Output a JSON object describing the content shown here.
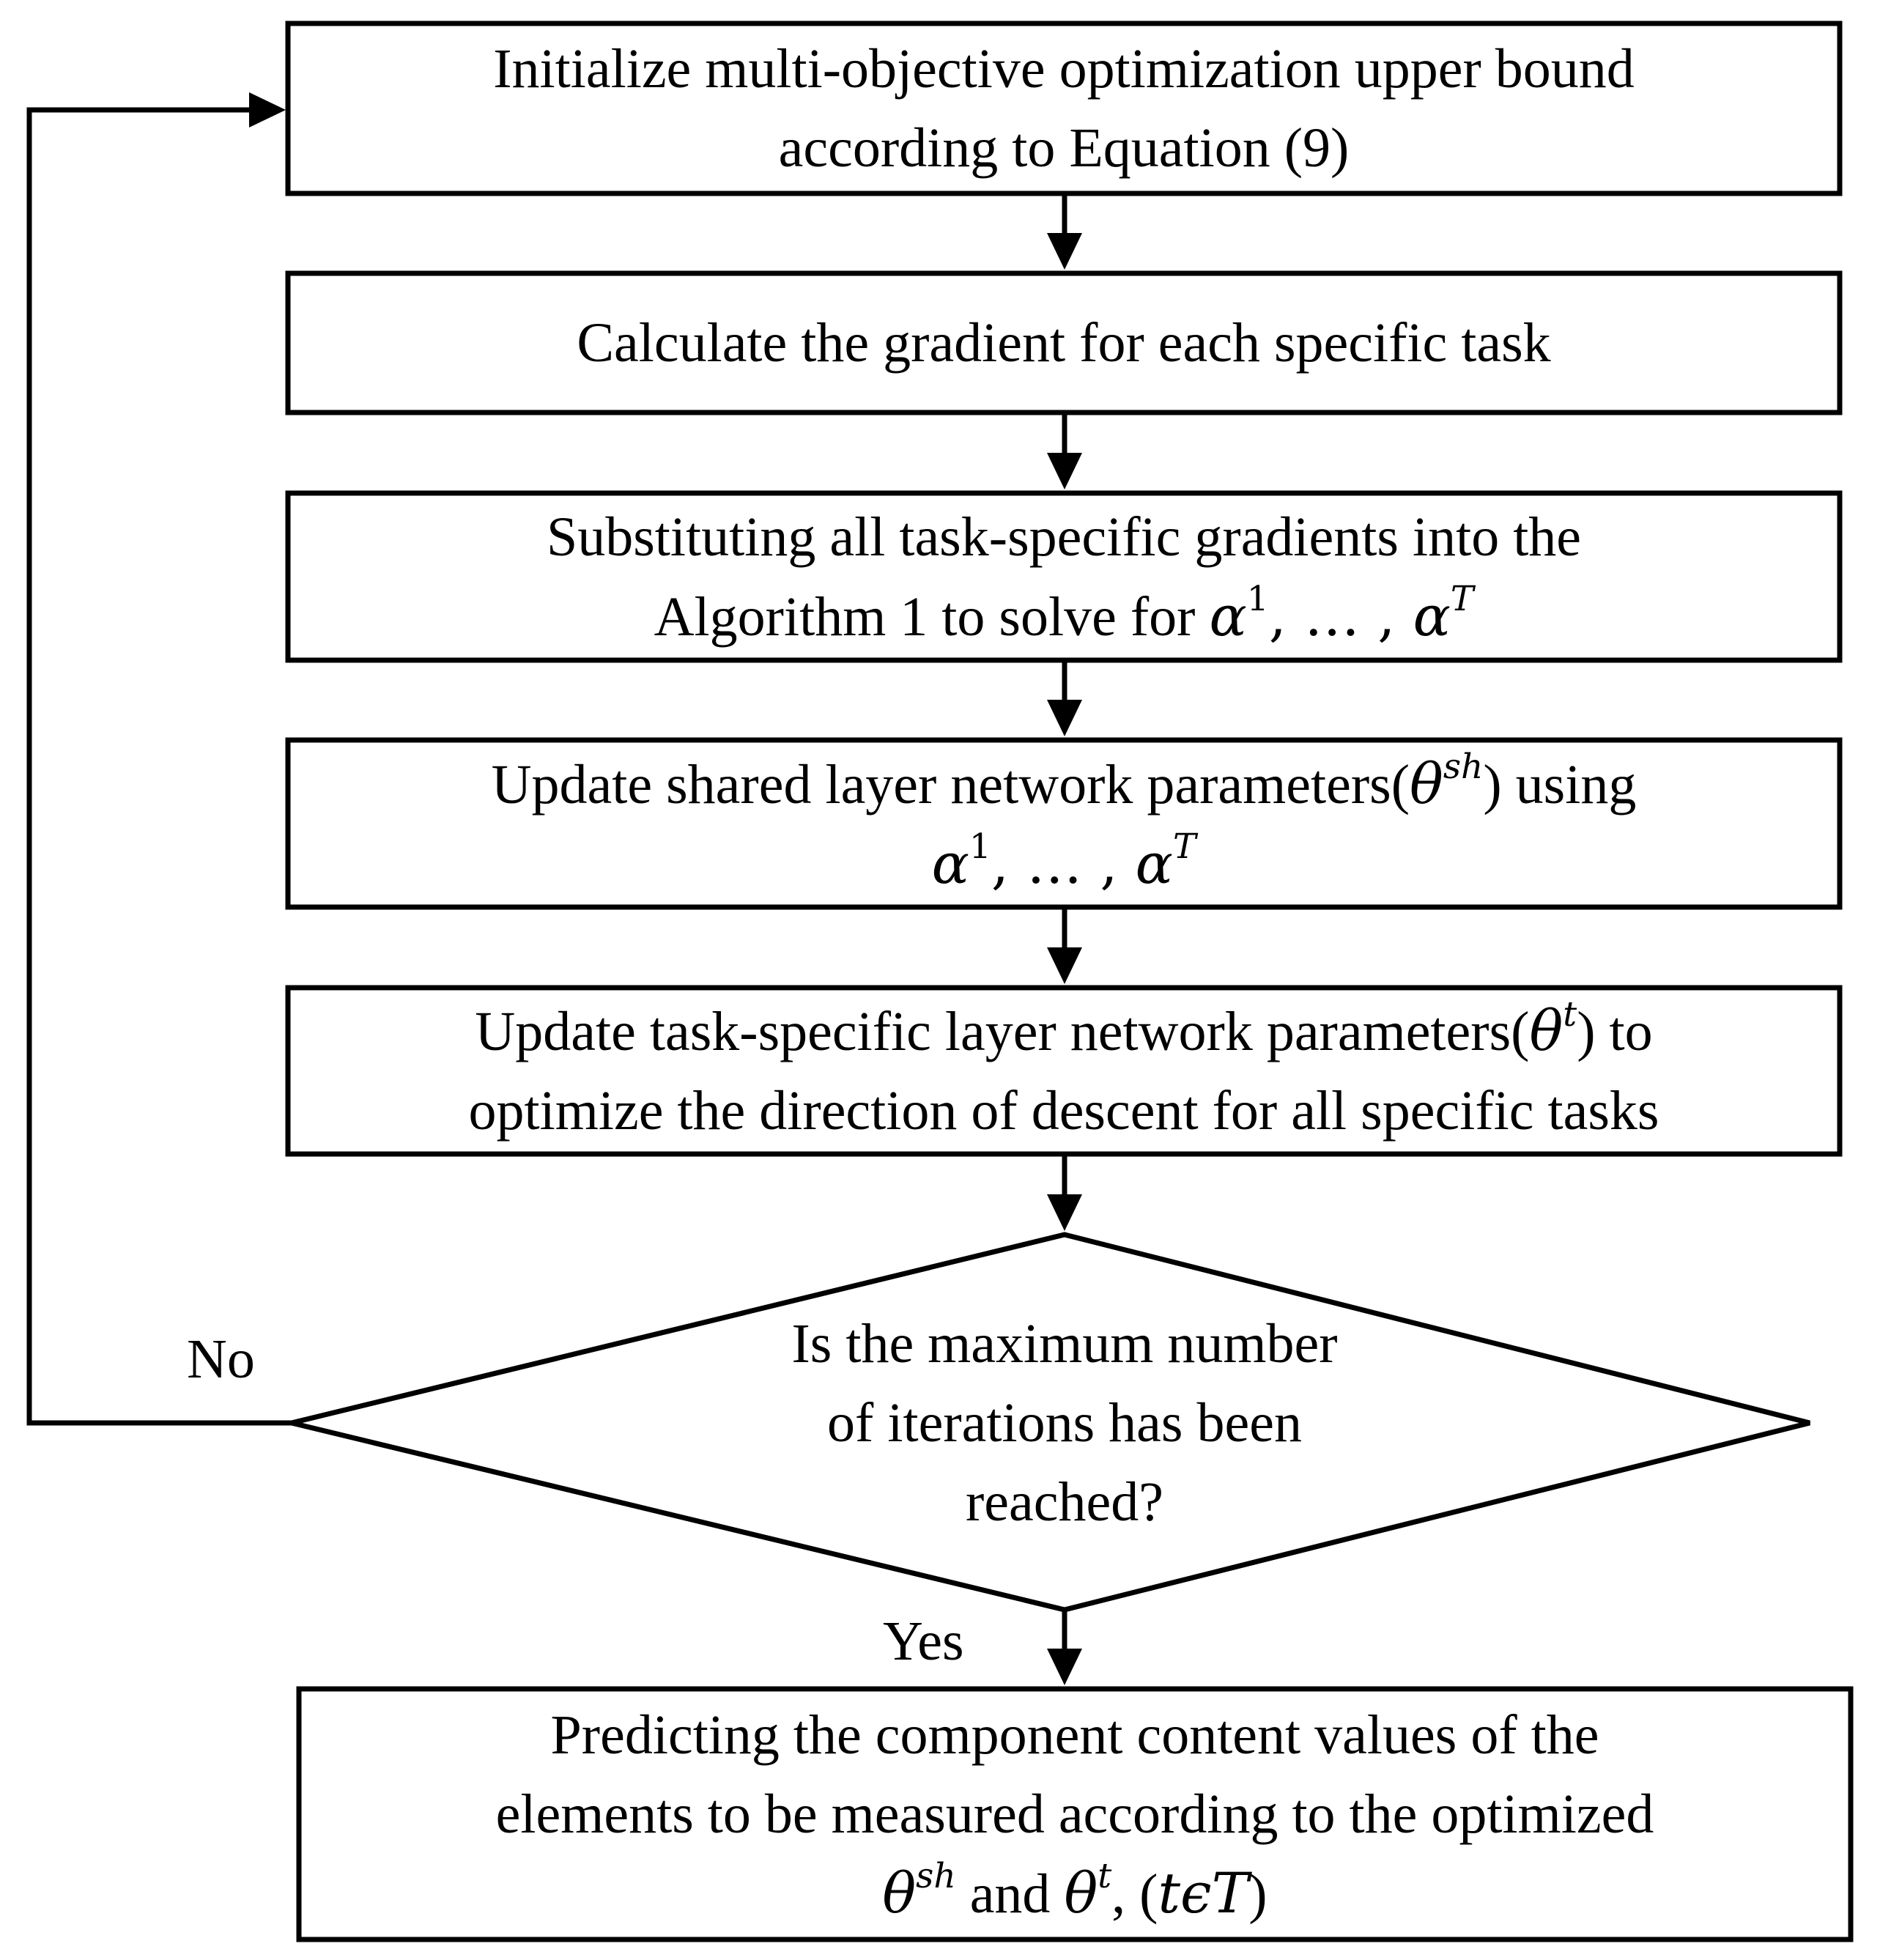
{
  "nodes": {
    "init": {
      "lines": [
        "Initialize multi-objective optimization upper bound",
        "according to Equation (9)"
      ]
    },
    "gradient": {
      "lines": [
        "Calculate the gradient for each specific task"
      ]
    },
    "substitute": {
      "line1": "Substituting all task-specific gradients into the",
      "line2_prefix": "Algorithm 1 to solve for "
    },
    "update_shared": {
      "line1_prefix": "Update shared layer network parameters(",
      "line1_suffix": ") using"
    },
    "update_task": {
      "line1_prefix": "Update task-specific layer network parameters(",
      "line1_suffix": ") to",
      "line2": "optimize the direction of descent for all specific tasks"
    },
    "decision": {
      "lines": [
        "Is the maximum number",
        "of iterations has been",
        "reached?"
      ]
    },
    "predict": {
      "line1": "Predicting the component content values of the",
      "line2": "elements to be measured according to the optimized",
      "line3_and": " and ",
      "line3_sep": ",  ("
    }
  },
  "math": {
    "alpha": "α",
    "sup_1": "1",
    "sup_T": "T",
    "ellipsis": ", … , ",
    "theta": "θ",
    "sup_sh": "sh",
    "sup_t": "t",
    "t": "t",
    "epsilon": "ϵ",
    "T": "T",
    "close_paren": ")"
  },
  "edge_labels": {
    "no": "No",
    "yes": "Yes"
  },
  "colors": {
    "stroke": "#000000",
    "background": "#ffffff",
    "text": "#000000"
  }
}
